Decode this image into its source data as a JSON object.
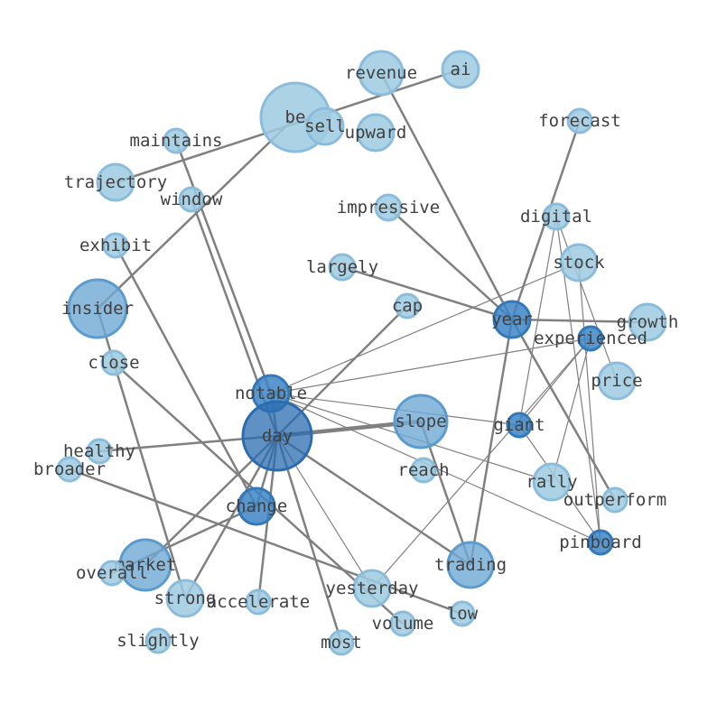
{
  "nodes": [
    {
      "id": "be",
      "label": "be",
      "weight": 5
    },
    {
      "id": "sell",
      "label": "sell",
      "weight": 2
    },
    {
      "id": "revenue",
      "label": "revenue",
      "weight": 2
    },
    {
      "id": "ai",
      "label": "ai",
      "weight": 2
    },
    {
      "id": "upward",
      "label": "upward",
      "weight": 2
    },
    {
      "id": "forecast",
      "label": "forecast",
      "weight": 1
    },
    {
      "id": "maintains",
      "label": "maintains",
      "weight": 1
    },
    {
      "id": "trajectory",
      "label": "trajectory",
      "weight": 2
    },
    {
      "id": "window",
      "label": "window",
      "weight": 1
    },
    {
      "id": "impressive",
      "label": "impressive",
      "weight": 1
    },
    {
      "id": "digital",
      "label": "digital",
      "weight": 1
    },
    {
      "id": "exhibit",
      "label": "exhibit",
      "weight": 1
    },
    {
      "id": "stock",
      "label": "stock",
      "weight": 2
    },
    {
      "id": "largely",
      "label": "largely",
      "weight": 1
    },
    {
      "id": "insider",
      "label": "insider",
      "weight": 4
    },
    {
      "id": "cap",
      "label": "cap",
      "weight": 1
    },
    {
      "id": "year",
      "label": "year",
      "weight": 2
    },
    {
      "id": "growth",
      "label": "growth",
      "weight": 2
    },
    {
      "id": "experienced",
      "label": "experienced",
      "weight": 1
    },
    {
      "id": "close",
      "label": "close",
      "weight": 1
    },
    {
      "id": "price",
      "label": "price",
      "weight": 2
    },
    {
      "id": "notable",
      "label": "notable",
      "weight": 2
    },
    {
      "id": "slope",
      "label": "slope",
      "weight": 4
    },
    {
      "id": "giant",
      "label": "giant",
      "weight": 1
    },
    {
      "id": "day",
      "label": "day",
      "weight": 6
    },
    {
      "id": "healthy",
      "label": "healthy",
      "weight": 1
    },
    {
      "id": "reach",
      "label": "reach",
      "weight": 1
    },
    {
      "id": "broader",
      "label": "broader",
      "weight": 1
    },
    {
      "id": "rally",
      "label": "rally",
      "weight": 2
    },
    {
      "id": "change",
      "label": "change",
      "weight": 2
    },
    {
      "id": "outperform",
      "label": "outperform",
      "weight": 1
    },
    {
      "id": "pinboard",
      "label": "pinboard",
      "weight": 1
    },
    {
      "id": "market",
      "label": "market",
      "weight": 4
    },
    {
      "id": "trading",
      "label": "trading",
      "weight": 3
    },
    {
      "id": "overall",
      "label": "overall",
      "weight": 1
    },
    {
      "id": "yesterday",
      "label": "yesterday",
      "weight": 2
    },
    {
      "id": "strong",
      "label": "strong",
      "weight": 2
    },
    {
      "id": "accelerate",
      "label": "accelerate",
      "weight": 1
    },
    {
      "id": "low",
      "label": "low",
      "weight": 1
    },
    {
      "id": "volume",
      "label": "volume",
      "weight": 1
    },
    {
      "id": "slightly",
      "label": "slightly",
      "weight": 1
    },
    {
      "id": "most",
      "label": "most",
      "weight": 1
    }
  ],
  "edges": [
    {
      "source": "ai",
      "target": "trajectory",
      "weight": 2
    },
    {
      "source": "be",
      "target": "insider",
      "weight": 2
    },
    {
      "source": "revenue",
      "target": "year",
      "weight": 2
    },
    {
      "source": "forecast",
      "target": "year",
      "weight": 2
    },
    {
      "source": "maintains",
      "target": "notable",
      "weight": 2
    },
    {
      "source": "window",
      "target": "day",
      "weight": 2
    },
    {
      "source": "impressive",
      "target": "year",
      "weight": 2
    },
    {
      "source": "largely",
      "target": "year",
      "weight": 2
    },
    {
      "source": "exhibit",
      "target": "change",
      "weight": 2
    },
    {
      "source": "insider",
      "target": "strong",
      "weight": 2
    },
    {
      "source": "cap",
      "target": "day",
      "weight": 2
    },
    {
      "source": "year",
      "target": "growth",
      "weight": 2
    },
    {
      "source": "year",
      "target": "trading",
      "weight": 2
    },
    {
      "source": "close",
      "target": "volume",
      "weight": 2
    },
    {
      "source": "slope",
      "target": "day",
      "weight": 4
    },
    {
      "source": "slope",
      "target": "trading",
      "weight": 2
    },
    {
      "source": "healthy",
      "target": "day",
      "weight": 2
    },
    {
      "source": "broader",
      "target": "low",
      "weight": 2
    },
    {
      "source": "day",
      "target": "notable",
      "weight": 2
    },
    {
      "source": "day",
      "target": "trading",
      "weight": 2
    },
    {
      "source": "day",
      "target": "market",
      "weight": 2
    },
    {
      "source": "day",
      "target": "strong",
      "weight": 2
    },
    {
      "source": "day",
      "target": "accelerate",
      "weight": 2
    },
    {
      "source": "day",
      "target": "most",
      "weight": 2
    },
    {
      "source": "day",
      "target": "change",
      "weight": 2
    },
    {
      "source": "day",
      "target": "yesterday",
      "weight": 1
    },
    {
      "source": "change",
      "target": "overall",
      "weight": 2
    },
    {
      "source": "notable",
      "target": "stock",
      "weight": 1
    },
    {
      "source": "notable",
      "target": "experienced",
      "weight": 1
    },
    {
      "source": "notable",
      "target": "giant",
      "weight": 1
    },
    {
      "source": "notable",
      "target": "rally",
      "weight": 1
    },
    {
      "source": "notable",
      "target": "pinboard",
      "weight": 1
    },
    {
      "source": "digital",
      "target": "giant",
      "weight": 1
    },
    {
      "source": "digital",
      "target": "price",
      "weight": 1
    },
    {
      "source": "digital",
      "target": "pinboard",
      "weight": 1
    },
    {
      "source": "stock",
      "target": "pinboard",
      "weight": 1
    },
    {
      "source": "experienced",
      "target": "giant",
      "weight": 1
    },
    {
      "source": "experienced",
      "target": "rally",
      "weight": 1
    },
    {
      "source": "experienced",
      "target": "yesterday",
      "weight": 1
    },
    {
      "source": "giant",
      "target": "pinboard",
      "weight": 1
    },
    {
      "source": "year",
      "target": "outperform",
      "weight": 2
    }
  ]
}
